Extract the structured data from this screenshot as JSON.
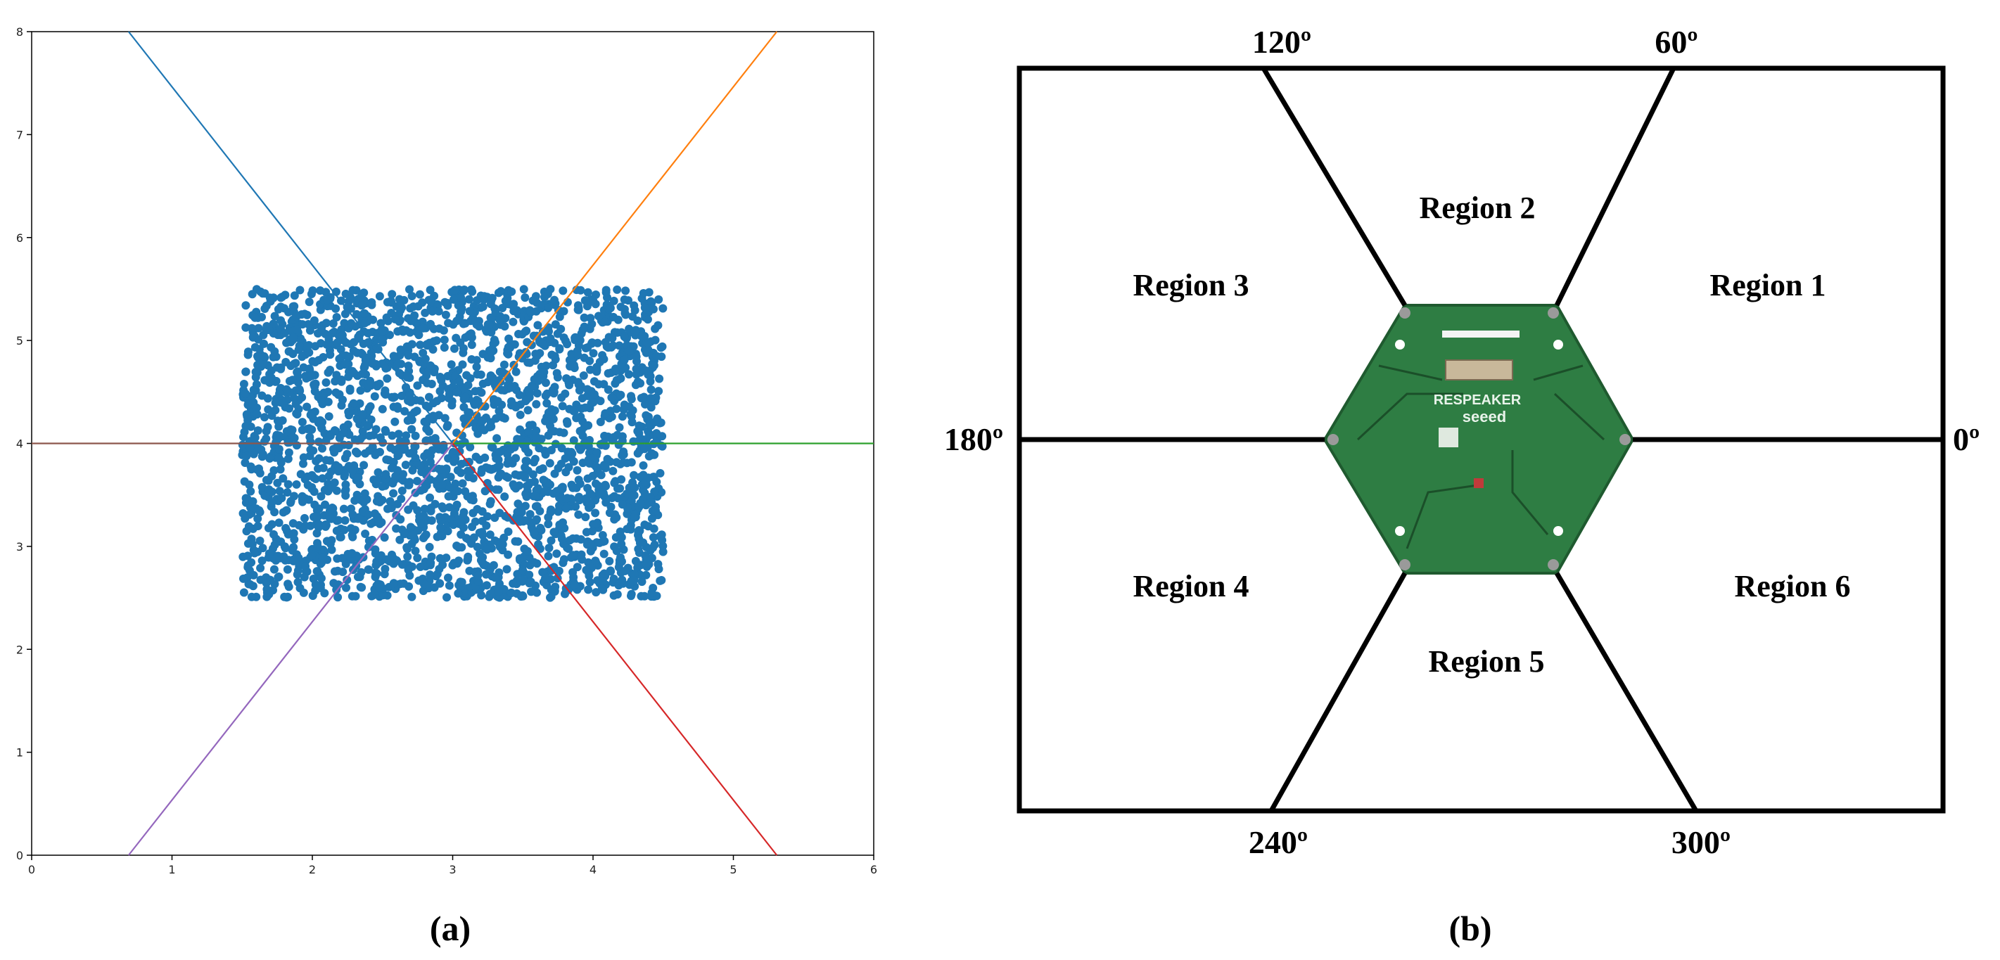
{
  "panel_a": {
    "caption": "(a)",
    "x_ticks": [
      "0",
      "1",
      "2",
      "3",
      "4",
      "5",
      "6"
    ],
    "y_ticks": [
      "0",
      "1",
      "2",
      "3",
      "4",
      "5",
      "6",
      "7",
      "8"
    ],
    "xlim": [
      0,
      6
    ],
    "ylim": [
      0,
      8
    ],
    "scatter": {
      "x_range": [
        1.5,
        4.5
      ],
      "y_range": [
        2.5,
        5.5
      ],
      "color": "#1f77b4"
    },
    "center": [
      3,
      4
    ],
    "rays": [
      {
        "angle_deg": 0,
        "color": "#2ca02c"
      },
      {
        "angle_deg": 60,
        "color": "#ff7f0e"
      },
      {
        "angle_deg": 120,
        "color": "#1f77b4"
      },
      {
        "angle_deg": 180,
        "color": "#8c564b"
      },
      {
        "angle_deg": 240,
        "color": "#9467bd"
      },
      {
        "angle_deg": 300,
        "color": "#d62728"
      }
    ]
  },
  "panel_b": {
    "caption": "(b)",
    "angles": {
      "a0": "0º",
      "a60": "60º",
      "a120": "120º",
      "a180": "180º",
      "a240": "240º",
      "a300": "300º"
    },
    "regions": {
      "r1": "Region 1",
      "r2": "Region 2",
      "r3": "Region 3",
      "r4": "Region 4",
      "r5": "Region 5",
      "r6": "Region 6"
    },
    "board": {
      "brand": "RESPEAKER",
      "maker": "seeed",
      "color": "#2e7d43"
    }
  }
}
